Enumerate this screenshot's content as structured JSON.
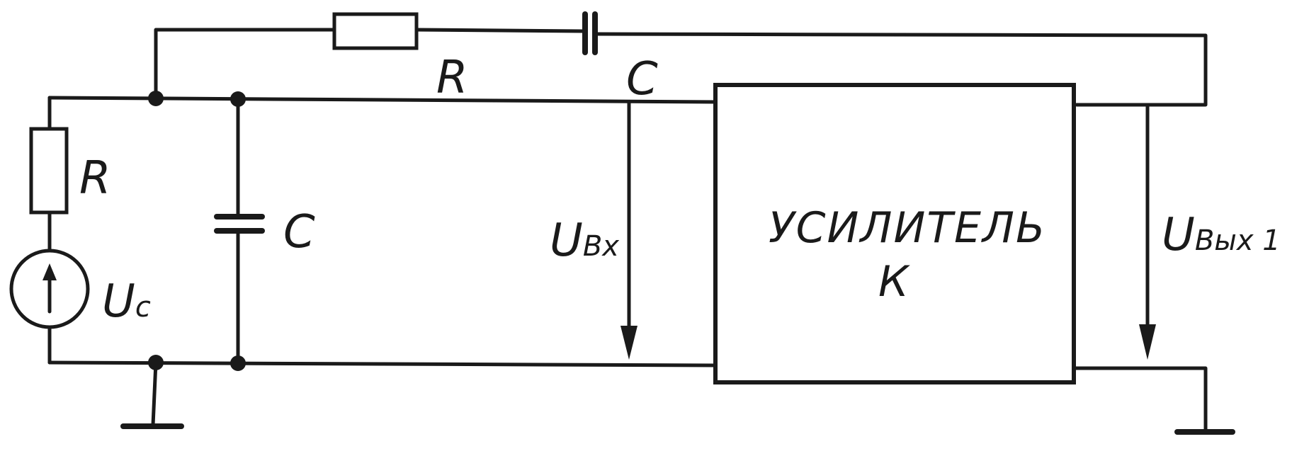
{
  "labels": {
    "r_feedback": "R",
    "c_feedback": "C",
    "r_input": "R",
    "c_shunt": "C",
    "source_main": "U",
    "source_sub": "c",
    "vin_main": "U",
    "vin_sub": "Вх",
    "vout_main": "U",
    "vout_sub": "Вых 1",
    "amplifier_name": "УСИЛИТЕЛЬ",
    "amplifier_gain": "К"
  }
}
